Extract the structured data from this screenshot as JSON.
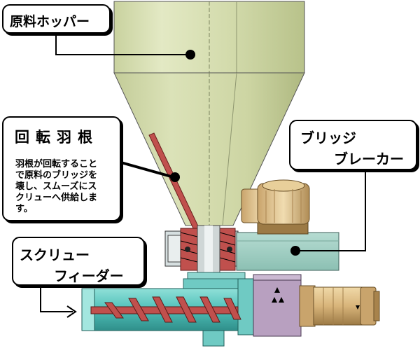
{
  "labels": {
    "hopper": "原料ホッパー",
    "rotating_vane": "回転羽根",
    "rotating_vane_desc": [
      "羽根が回転すること",
      "で原料のブリッジを",
      "壊し、スムーズにス",
      "クリューへ供給しま",
      "す。"
    ],
    "bridge_breaker_line1": "ブリッジ",
    "bridge_breaker_line2": "ブレーカー",
    "screw_feeder_line1": "スクリュー",
    "screw_feeder_line2": "フィーダー"
  },
  "colors": {
    "hopper": "#d8dfb8",
    "vane": "#c0504d",
    "casing": "#9fcfc2",
    "screw_body": "#57c3bd",
    "motor": "#d9b87c",
    "gearbox": "#b8a0c0"
  },
  "icons": [
    "callout-arrow-icon"
  ]
}
